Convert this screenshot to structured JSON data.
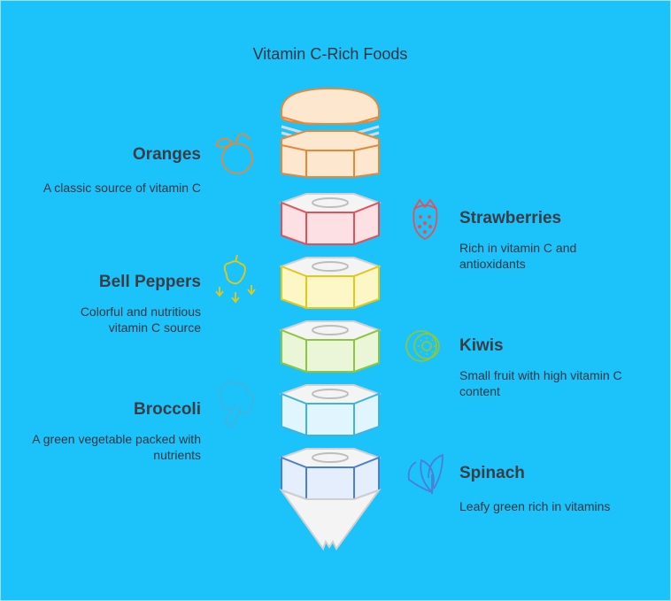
{
  "title": "Vitamin C-Rich Foods",
  "items": [
    {
      "name": "Oranges",
      "desc": "A classic source of vitamin C",
      "side": "left",
      "icon": "orange-icon",
      "color": "#e5883a",
      "fill": "#fde8cf"
    },
    {
      "name": "Strawberries",
      "desc": "Rich in vitamin C and antioxidants",
      "side": "right",
      "icon": "strawberry-icon",
      "color": "#e0525a",
      "fill": "#fde0e4"
    },
    {
      "name": "Bell Peppers",
      "desc": "Colorful and nutritious vitamin C source",
      "side": "left",
      "icon": "bell-pepper-icon",
      "color": "#e6c814",
      "fill": "#fdf6c6"
    },
    {
      "name": "Kiwis",
      "desc": "Small fruit with high vitamin C content",
      "side": "right",
      "icon": "kiwi-icon",
      "color": "#8cc63f",
      "fill": "#eaf6d7"
    },
    {
      "name": "Broccoli",
      "desc": "A green vegetable packed with nutrients",
      "side": "left",
      "icon": "broccoli-icon",
      "color": "#3fb3e0",
      "fill": "#e0f5fd"
    },
    {
      "name": "Spinach",
      "desc": "Leafy green rich in vitamins",
      "side": "right",
      "icon": "spinach-icon",
      "color": "#4a7fd4",
      "fill": "#e5eefc"
    }
  ]
}
